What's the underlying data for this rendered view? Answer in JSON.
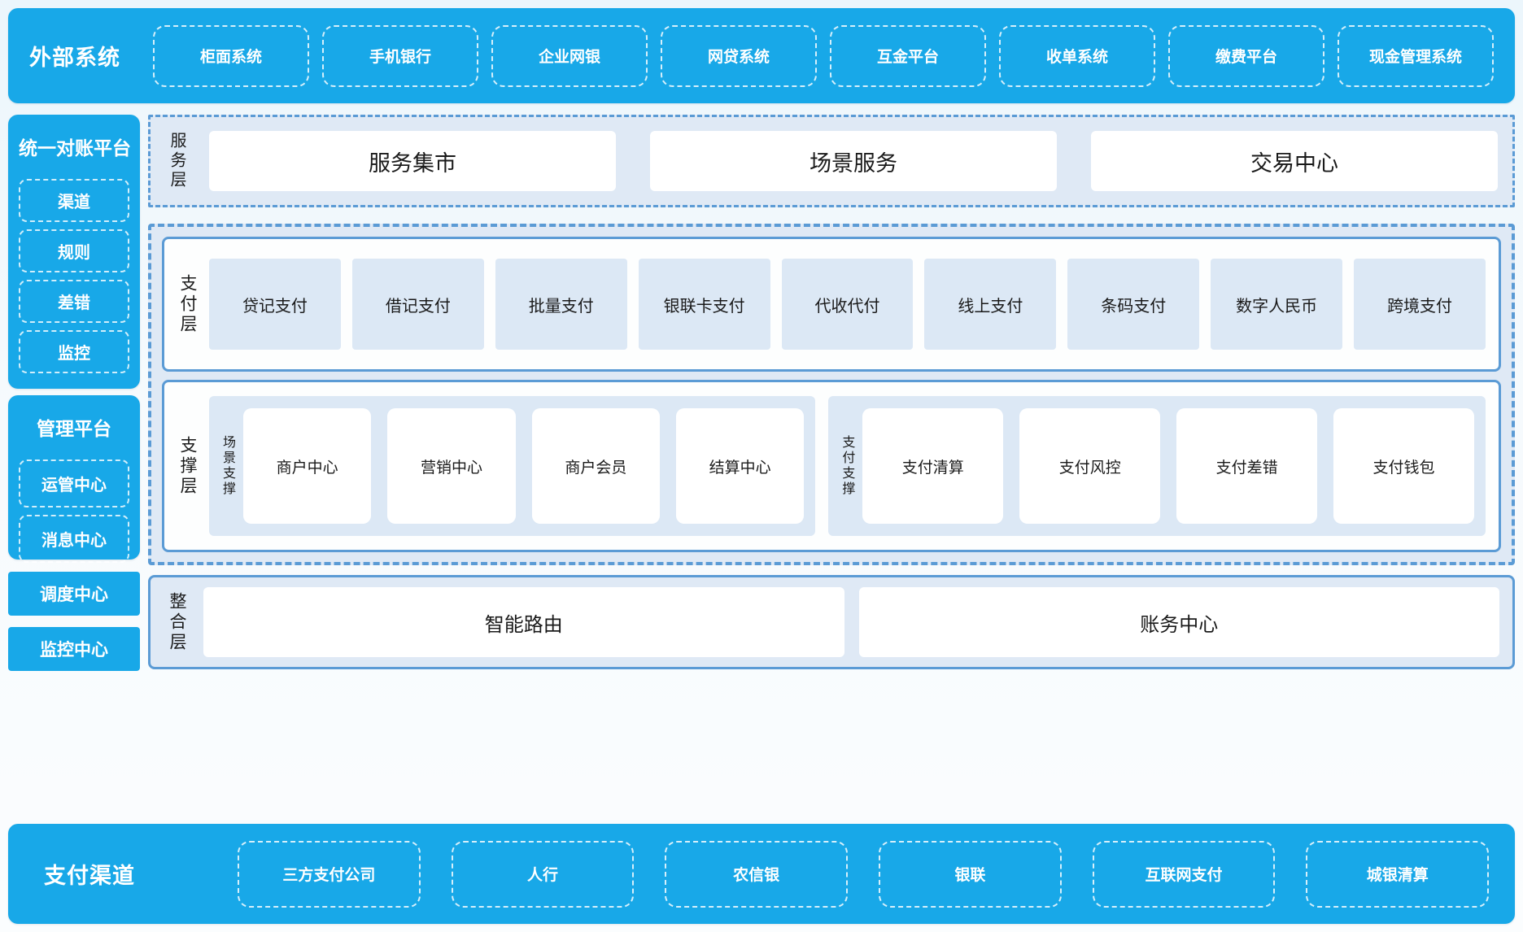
{
  "colors": {
    "brand_blue": "#18a8e8",
    "container_border_blue": "#5b9bd5",
    "container_fill": "#dfe9f5",
    "item_fill": "#dce8f5",
    "text_dark": "#1a1a1a",
    "text_light": "#ffffff"
  },
  "external_systems": {
    "label": "外部系统",
    "items": [
      "柜面系统",
      "手机银行",
      "企业网银",
      "网贷系统",
      "互金平台",
      "收单系统",
      "缴费平台",
      "现金管理系统"
    ]
  },
  "sidebar": {
    "reconciliation_platform": {
      "title": "统一对账平台",
      "items": [
        "渠道",
        "规则",
        "差错",
        "监控"
      ]
    },
    "management_platform": {
      "title": "管理平台",
      "items": [
        "运管中心",
        "消息中心"
      ]
    },
    "standalone_blocks": [
      "调度中心",
      "监控中心"
    ]
  },
  "service_layer": {
    "label": "服务层",
    "items": [
      "服务集市",
      "场景服务",
      "交易中心"
    ]
  },
  "payment_layer": {
    "label": "支付层",
    "items": [
      "贷记支付",
      "借记支付",
      "批量支付",
      "银联卡支付",
      "代收代付",
      "线上支付",
      "条码支付",
      "数字人民币",
      "跨境支付"
    ]
  },
  "support_layer": {
    "label": "支撑层",
    "groups": [
      {
        "label": "场景支撑",
        "items": [
          "商户中心",
          "营销中心",
          "商户会员",
          "结算中心"
        ]
      },
      {
        "label": "支付支撑",
        "items": [
          "支付清算",
          "支付风控",
          "支付差错",
          "支付钱包"
        ]
      }
    ]
  },
  "integration_layer": {
    "label": "整合层",
    "items": [
      "智能路由",
      "账务中心"
    ]
  },
  "payment_channels": {
    "label": "支付渠道",
    "items": [
      "三方支付公司",
      "人行",
      "农信银",
      "银联",
      "互联网支付",
      "城银清算"
    ]
  }
}
